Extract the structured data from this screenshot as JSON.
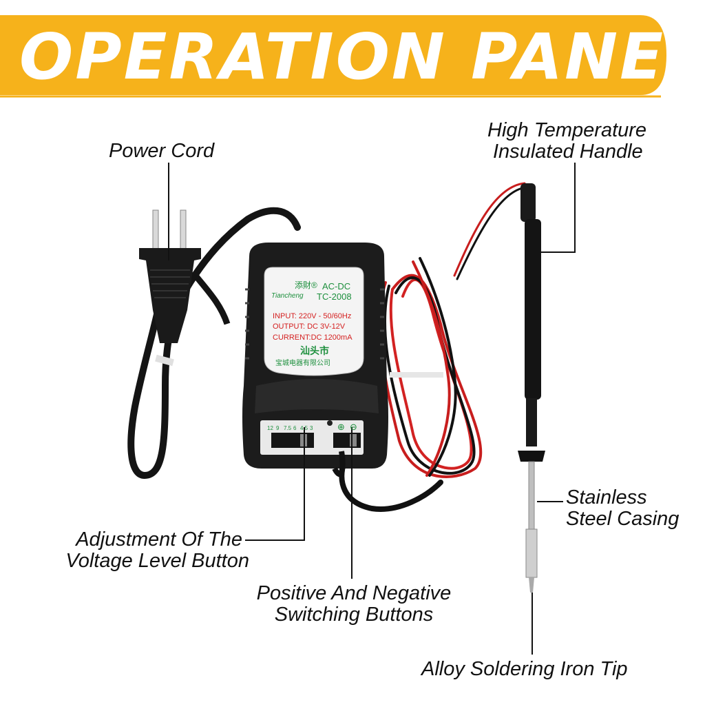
{
  "banner": {
    "title": "OPERATION  PANEL",
    "color": "#F6B21B"
  },
  "labels": {
    "power_cord": "Power Cord",
    "handle_line1": "High Temperature",
    "handle_line2": "Insulated Handle",
    "casing_line1": "Stainless",
    "casing_line2": "Steel Casing",
    "voltage_line1": "Adjustment Of The",
    "voltage_line2": "Voltage Level Button",
    "switch_line1": "Positive And Negative",
    "switch_line2": "Switching Buttons",
    "tip": "Alloy Soldering Iron Tip"
  },
  "adapter": {
    "brand_cn": "添財®",
    "brand": "Tiancheng",
    "type": "AC-DC",
    "model": "TC-2008",
    "input": "INPUT: 220V - 50/60Hz",
    "output": "OUTPUT: DC  3V-12V",
    "current": "CURRENT:DC  1200mA",
    "city_cn": "汕头市",
    "company_cn": "宝城电器有限公司",
    "voltage_scale": [
      "12",
      "9",
      "7.5",
      "6",
      "4.5",
      "3"
    ],
    "polarity_plus": "⊕",
    "polarity_minus": "⊖"
  }
}
